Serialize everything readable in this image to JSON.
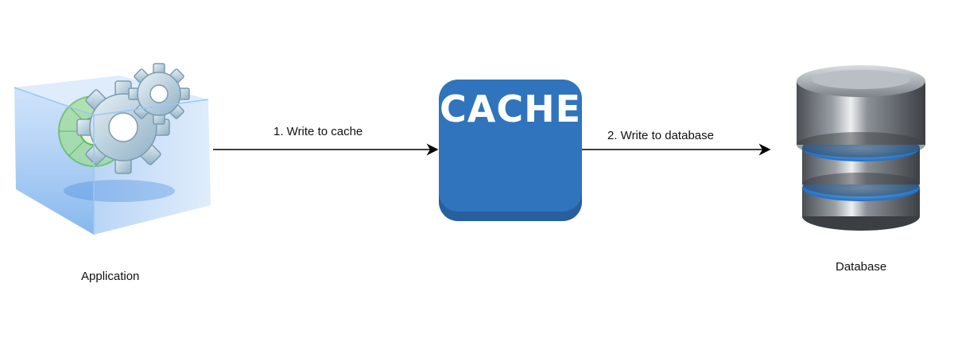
{
  "application": {
    "label": "Application",
    "icon": "application-gears-icon"
  },
  "cache": {
    "label": "CACHE",
    "color": "#2f74bc",
    "shadow_color": "#2a5f9a",
    "icon": "cache-box-icon"
  },
  "database": {
    "label": "Database",
    "icon": "database-cylinder-icon"
  },
  "edges": [
    {
      "from": "Application",
      "to": "CACHE",
      "label": "1. Write to cache"
    },
    {
      "from": "CACHE",
      "to": "Database",
      "label": "2. Write to database"
    }
  ],
  "colors": {
    "arrow": "#000000",
    "glass_box": "#8cb8f0",
    "db_body": "#555a60",
    "db_ring": "#4aa3ff"
  }
}
